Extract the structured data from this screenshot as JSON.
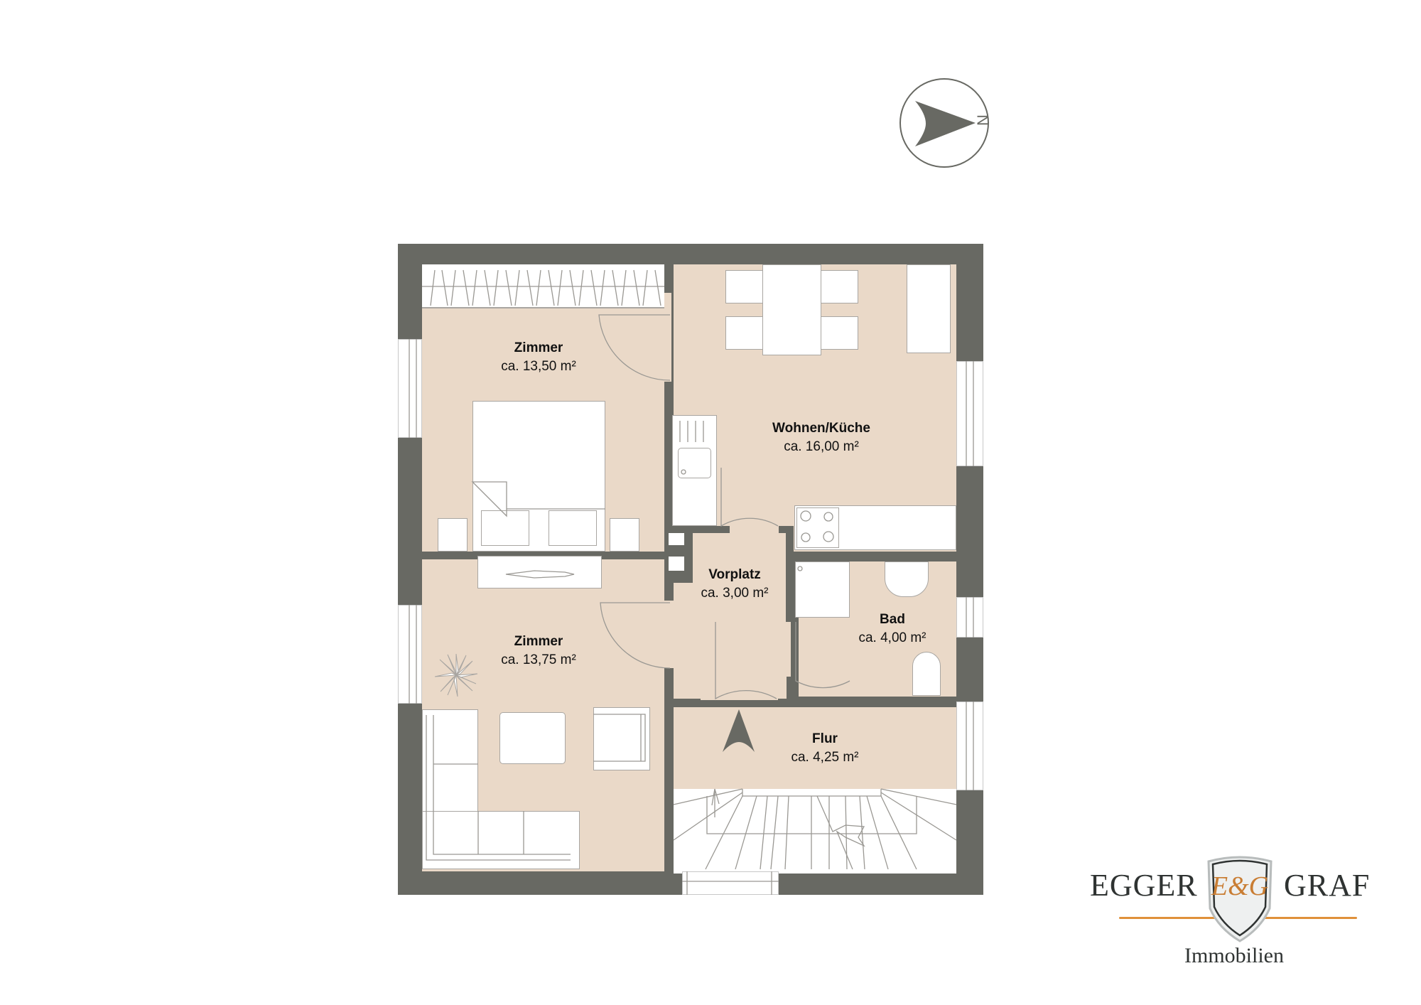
{
  "compass": {
    "letter": "N",
    "icon": "north-arrow-icon"
  },
  "rooms": [
    {
      "id": "zimmer-1",
      "name": "Zimmer",
      "area": "ca. 13,50 m²"
    },
    {
      "id": "wohnen-kueche",
      "name": "Wohnen/Küche",
      "area": "ca. 16,00 m²"
    },
    {
      "id": "vorplatz",
      "name": "Vorplatz",
      "area": "ca. 3,00 m²"
    },
    {
      "id": "bad",
      "name": "Bad",
      "area": "ca. 4,00 m²"
    },
    {
      "id": "zimmer-2",
      "name": "Zimmer",
      "area": "ca. 13,75 m²"
    },
    {
      "id": "flur",
      "name": "Flur",
      "area": "ca. 4,25 m²"
    }
  ],
  "logo": {
    "left_word": "EGGER",
    "right_word": "GRAF",
    "monogram": "E&G",
    "subtitle": "Immobilien",
    "accent_color": "#e0913a"
  },
  "colors": {
    "wall": "#686963",
    "floor": "#ead9c8",
    "furniture_outline": "#a9a6a2"
  }
}
